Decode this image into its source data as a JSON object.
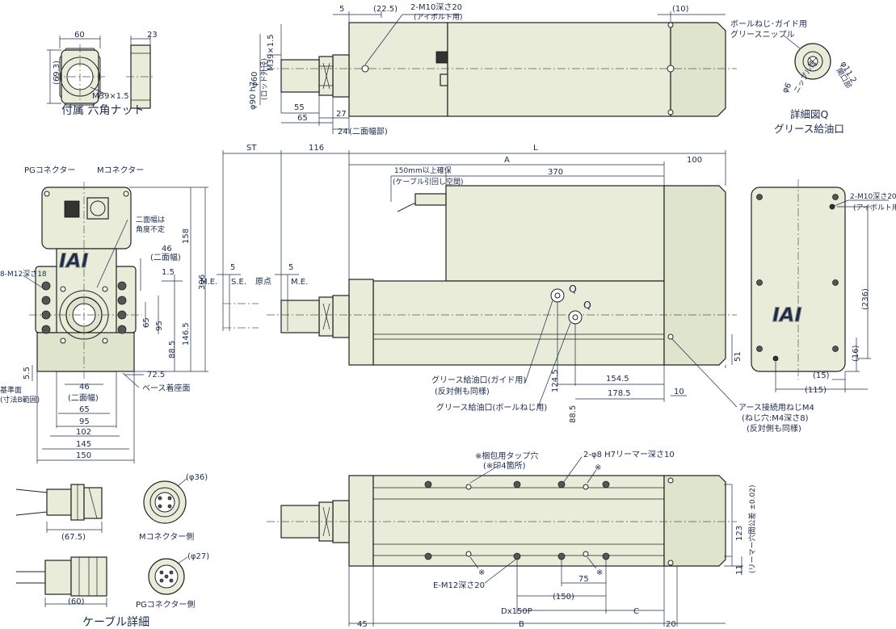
{
  "nut_view": {
    "width": "60",
    "across": "23",
    "height": "(69.3)",
    "thread": "M39×1.5",
    "caption": "付属 六角ナット"
  },
  "detail_q": {
    "title_line1": "ボールねじ･ガイド用",
    "title_line2": "グリースニップル",
    "nipple_dia": "φ6",
    "nipple_label": "ニップル径",
    "opening_dia": "φ11.2",
    "opening_label": "開口部",
    "caption1": "詳細図Q",
    "caption2": "グリース給油口"
  },
  "top_view": {
    "d5": "5",
    "d22_5": "(22.5)",
    "tap": "2-M10深さ20",
    "eyebolt": "(アイボルト用)",
    "d10": "(10)",
    "thread": "M39×1.5",
    "rod_dia": "φ60",
    "rod_note": "(ロッド外径)",
    "d90": "φ90 h7",
    "d55": "55",
    "d65": "65",
    "d27": "27",
    "d24": "24",
    "d24_note": "(二面幅部)"
  },
  "front_view": {
    "pg_conn": "PGコネクター",
    "m_conn": "Mコネクター",
    "across_note1": "二面幅は",
    "across_note2": "角度不定",
    "d46": "46",
    "d46_note": "(二面幅)",
    "d1_5": "1.5",
    "d158": "158",
    "d306": "306",
    "d65": "65",
    "d95": "95",
    "d146_5": "146.5",
    "d88_5": "88.5",
    "tap": "8-M12深さ18",
    "d5_5": "5.5",
    "base_ref1": "基準面",
    "base_ref2": "(寸法B範囲)",
    "d72_5": "72.5",
    "base_mount": "ベース着座面",
    "b46": "46",
    "b46_note": "(二面幅)",
    "b65": "65",
    "b95": "95",
    "b102": "102",
    "b145": "145",
    "b150": "150",
    "logo": "IAI"
  },
  "side_view": {
    "st": "ST",
    "d116": "116",
    "l": "L",
    "a": "A",
    "d100": "100",
    "cable_note1": "150mm以上確保",
    "cable_note2": "(ケーブル引回し空間)",
    "d370": "370",
    "d5a": "5",
    "d5b": "5",
    "me1": "M.E.",
    "se": "S.E.",
    "origin": "原点",
    "me2": "M.E.",
    "q1": "Q",
    "q2": "Q",
    "d124_5": "124.5",
    "d88_5": "88.5",
    "d154_5": "154.5",
    "d178_5": "178.5",
    "d10": "10",
    "d51": "51",
    "grease_guide1": "グリース給油口(ガイド用)",
    "grease_guide2": "(反対側も同様)",
    "grease_ball": "グリース給油口(ボールねじ用)",
    "earth1": "アース接続用ねじM4",
    "earth2": "(ねじ穴:M4深さ8)",
    "earth3": "(反対側も同様)"
  },
  "end_view": {
    "tap": "2-M10深さ20",
    "eyebolt": "(アイボルト用)",
    "d236": "(236)",
    "d16": "(16)",
    "d15": "(15)",
    "d115": "(115)",
    "logo": "IAI"
  },
  "bottom_view": {
    "pack_tap1": "※梱包用タップ穴",
    "pack_tap2": "(※印4箇所)",
    "reamer": "2-φ8 H7リーマー深さ10",
    "mark": "※",
    "tap": "E-M12深さ20",
    "d123": "123",
    "reamer_tol": "(リーマー穴間公差 ±0.02)",
    "d11": "11",
    "d75": "75",
    "d150": "(150)",
    "d45": "45",
    "dx150p": "Dx150P",
    "c": "C",
    "b": "B",
    "d20": "20"
  },
  "cable_detail": {
    "d36": "(φ36)",
    "d67_5": "(67.5)",
    "m_side": "Mコネクター側",
    "d27": "(φ27)",
    "d60": "(60)",
    "pg_side": "PGコネクター側",
    "caption": "ケーブル詳細"
  }
}
